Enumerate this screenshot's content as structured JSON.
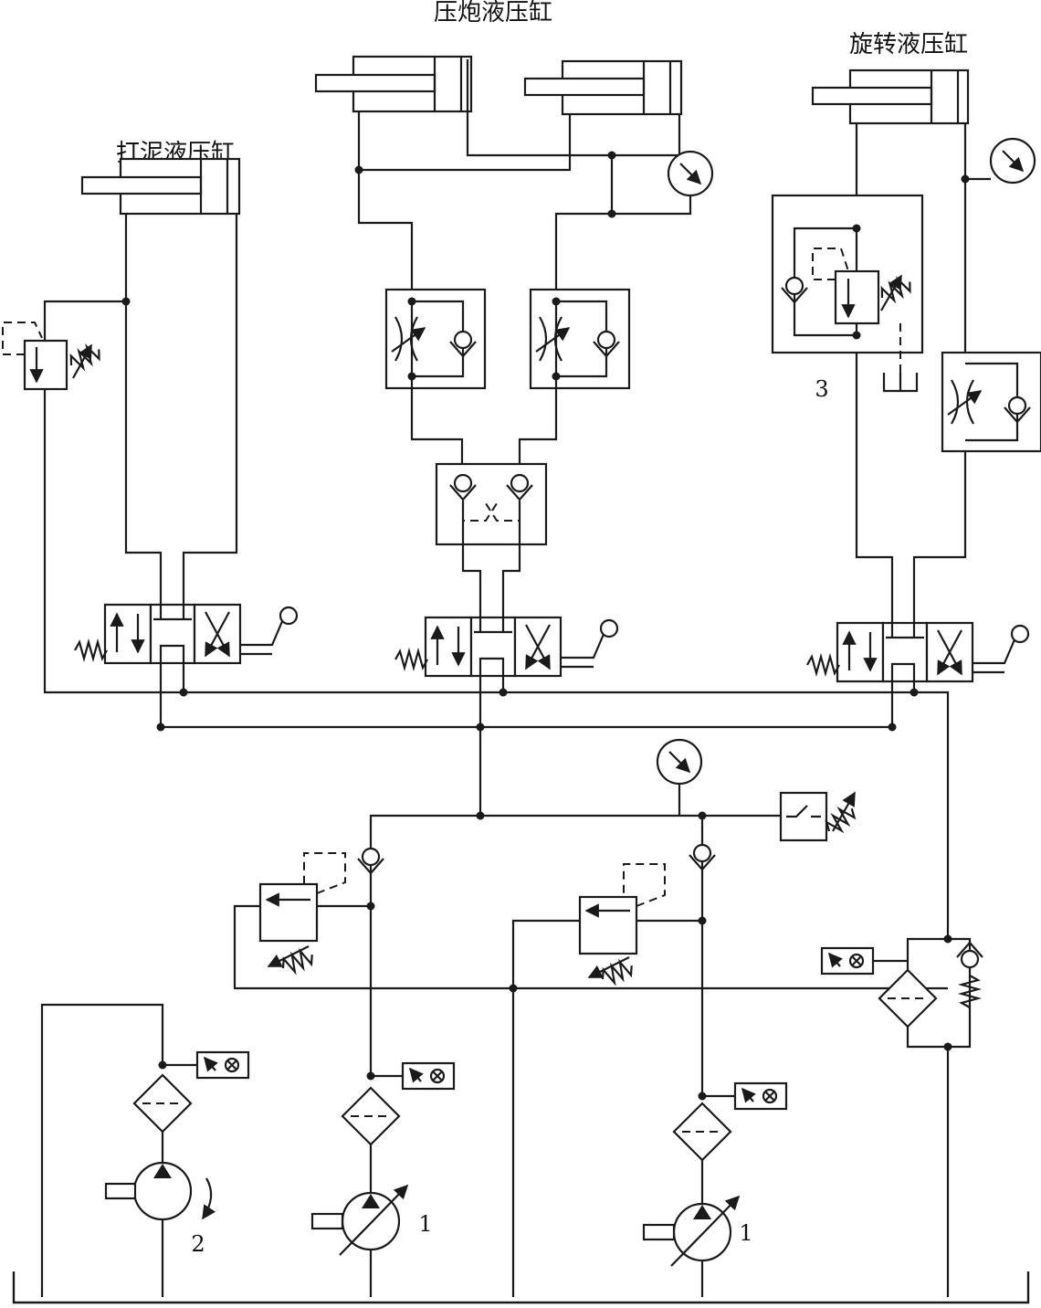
{
  "labels": {
    "cyl_left": "打泥液压缸",
    "cyl_middle": "压炮液压缸",
    "cyl_right": "旋转液压缸",
    "num_3": "3",
    "num_2": "2",
    "num_1a": "1",
    "num_1b": "1"
  }
}
